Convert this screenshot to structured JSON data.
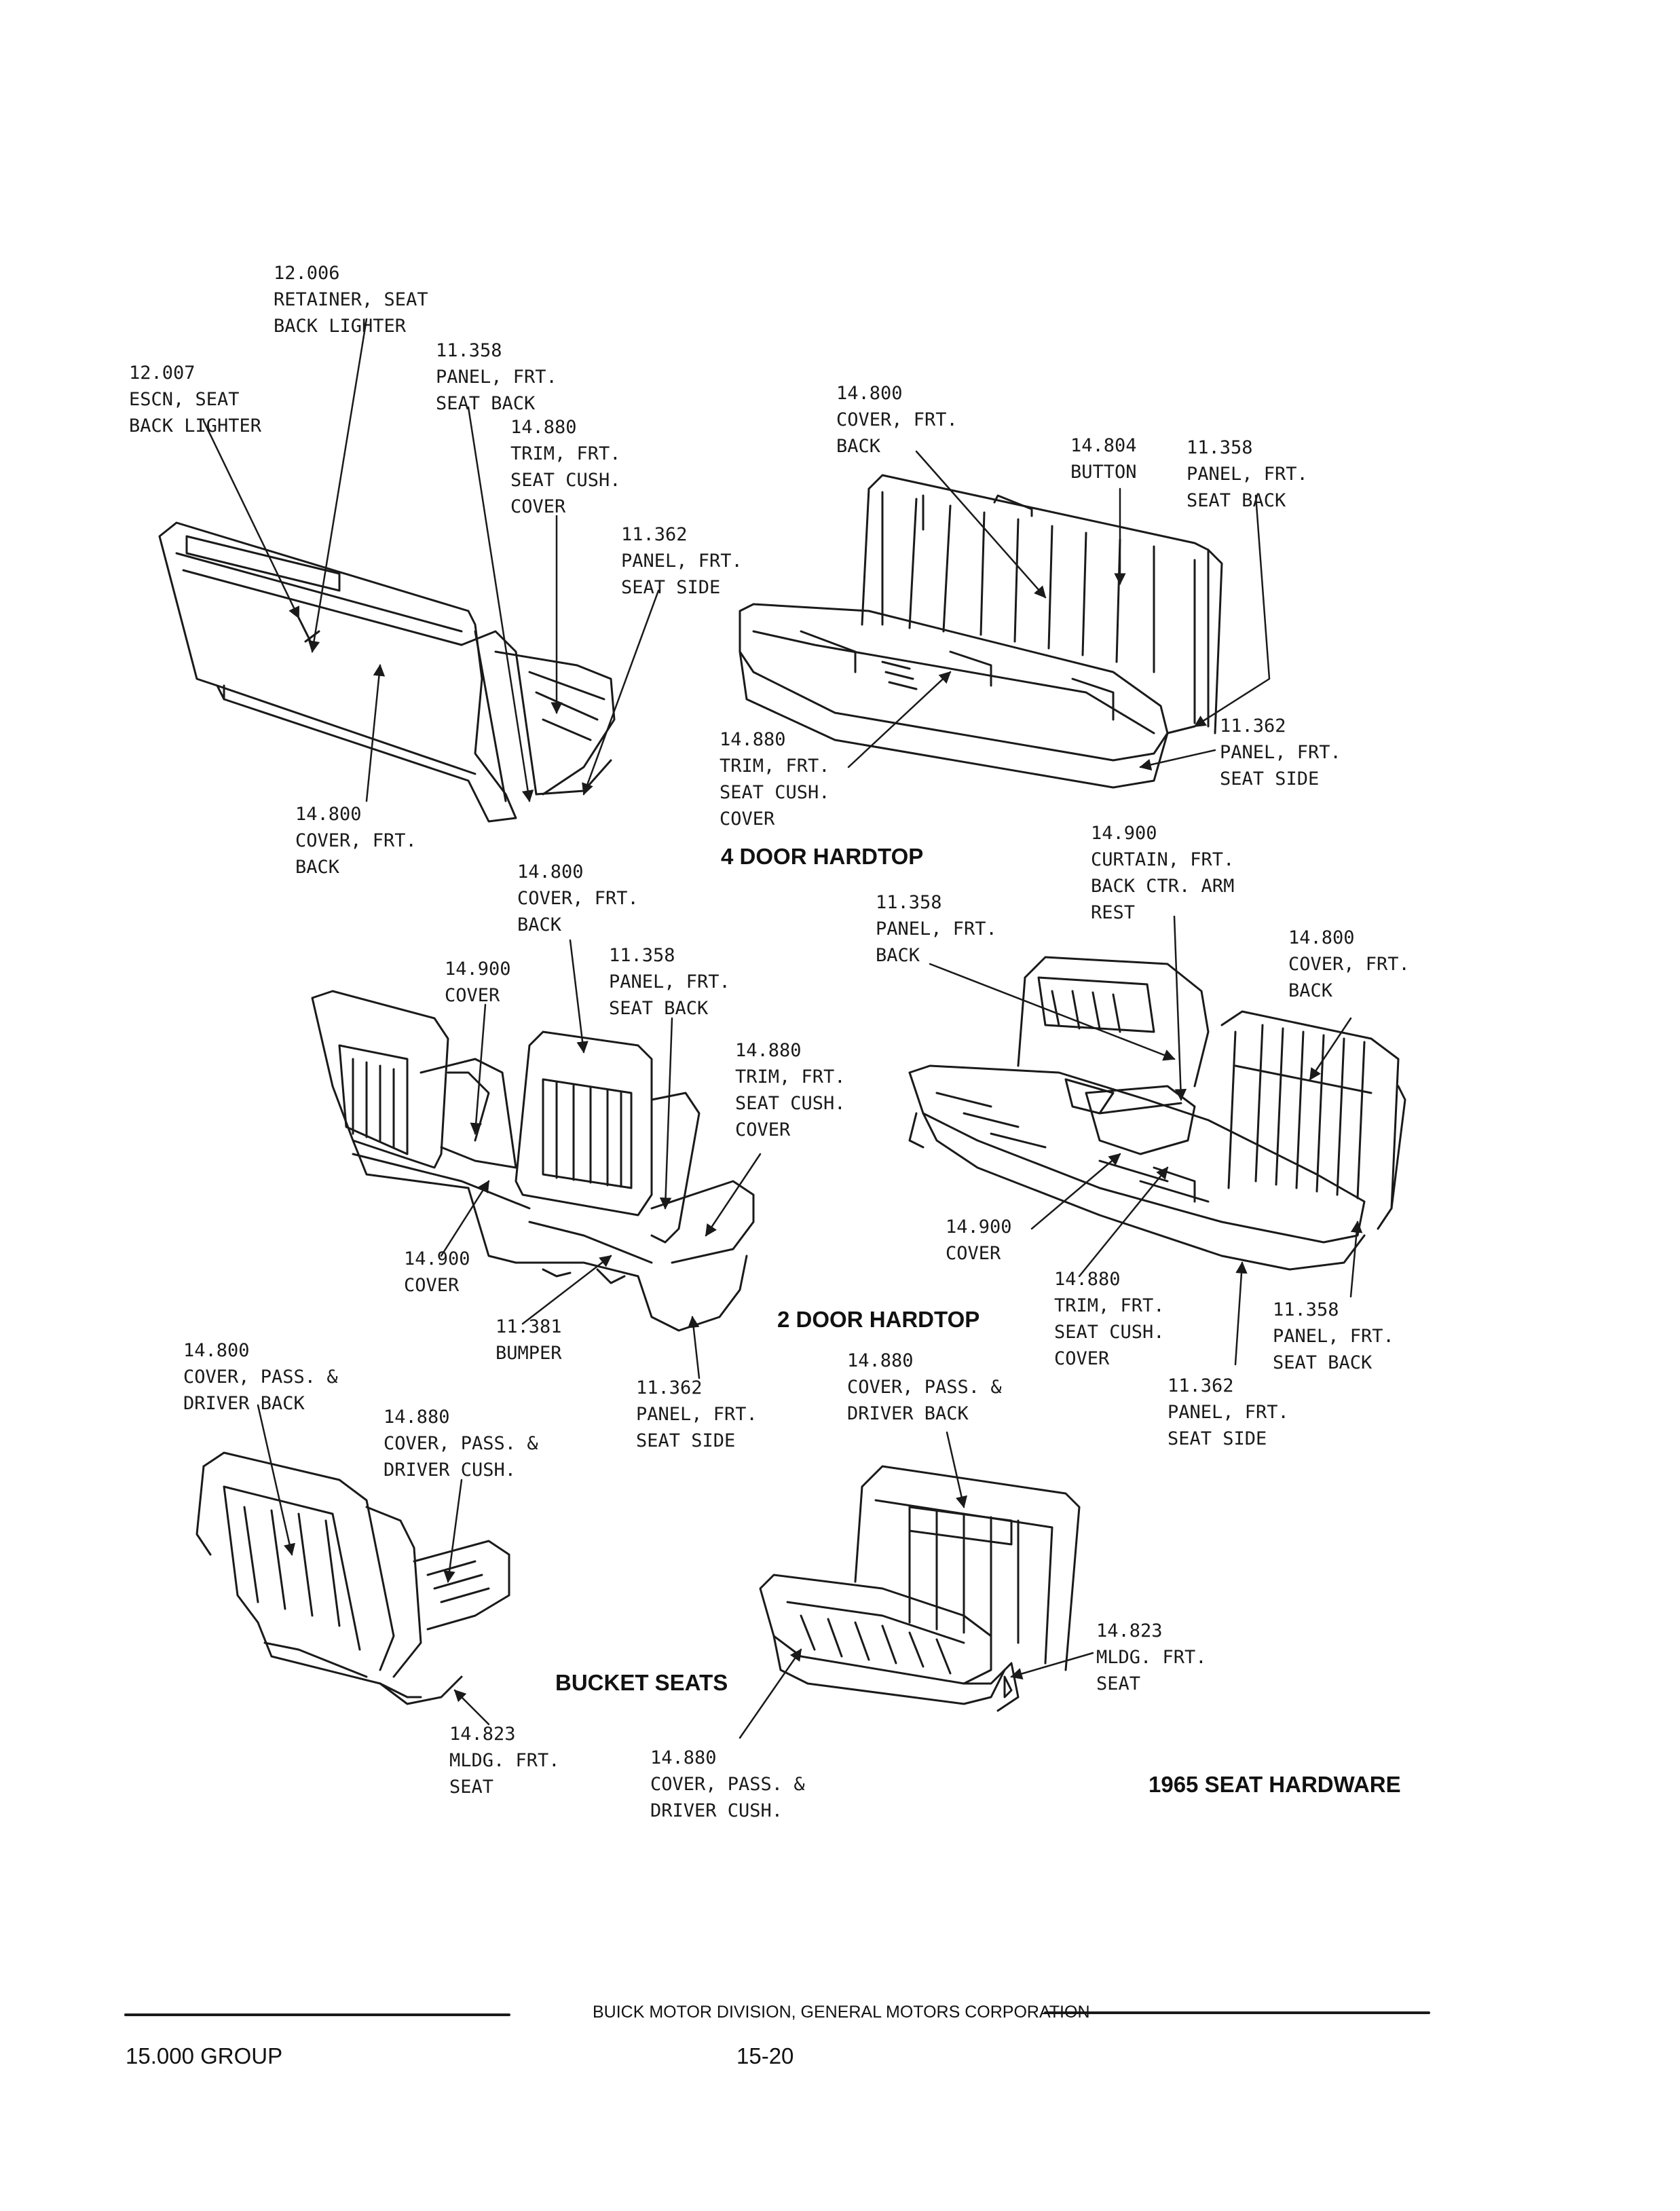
{
  "headings": {
    "four_door": "4 DOOR HARDTOP",
    "two_door": "2 DOOR HARDTOP",
    "bucket": "BUCKET SEATS",
    "page_title": "1965 SEAT HARDWARE"
  },
  "labels": {
    "a1": [
      "12.006",
      "RETAINER, SEAT",
      "BACK LIGHTER"
    ],
    "a2": [
      "12.007",
      "ESCN, SEAT",
      "BACK LIGHTER"
    ],
    "a3": [
      "11.358",
      "PANEL, FRT.",
      "SEAT BACK"
    ],
    "a4": [
      "14.880",
      "TRIM, FRT.",
      "SEAT CUSH.",
      "COVER"
    ],
    "a5": [
      "11.362",
      "PANEL, FRT.",
      "SEAT SIDE"
    ],
    "a6": [
      "14.800",
      "COVER, FRT.",
      "BACK"
    ],
    "b1": [
      "14.800",
      "COVER, FRT.",
      "BACK"
    ],
    "b2": [
      "14.804",
      "BUTTON"
    ],
    "b3": [
      "11.358",
      "PANEL, FRT.",
      "SEAT BACK"
    ],
    "b4": [
      "14.880",
      "TRIM, FRT.",
      "SEAT CUSH.",
      "COVER"
    ],
    "b5": [
      "11.362",
      "PANEL, FRT.",
      "SEAT SIDE"
    ],
    "c1": [
      "14.800",
      "COVER, FRT.",
      "BACK"
    ],
    "c2": [
      "14.900",
      "COVER"
    ],
    "c3": [
      "11.358",
      "PANEL, FRT.",
      "SEAT BACK"
    ],
    "c4": [
      "14.880",
      "TRIM, FRT.",
      "SEAT CUSH.",
      "COVER"
    ],
    "c5": [
      "14.900",
      "COVER"
    ],
    "c6": [
      "11.381",
      "BUMPER"
    ],
    "c7": [
      "11.362",
      "PANEL, FRT.",
      "SEAT SIDE"
    ],
    "d1": [
      "14.900",
      "CURTAIN, FRT.",
      "BACK CTR. ARM",
      "REST"
    ],
    "d2": [
      "11.358",
      "PANEL, FRT.",
      "BACK"
    ],
    "d3": [
      "14.800",
      "COVER, FRT.",
      "BACK"
    ],
    "d4": [
      "14.900",
      "COVER"
    ],
    "d5": [
      "14.880",
      "TRIM, FRT.",
      "SEAT CUSH.",
      "COVER"
    ],
    "d6": [
      "11.358",
      "PANEL, FRT.",
      "SEAT BACK"
    ],
    "d7": [
      "11.362",
      "PANEL, FRT.",
      "SEAT SIDE"
    ],
    "e1": [
      "14.800",
      "COVER, PASS. &",
      "DRIVER BACK"
    ],
    "e2": [
      "14.880",
      "COVER, PASS. &",
      "DRIVER CUSH."
    ],
    "e3": [
      "14.823",
      "MLDG. FRT.",
      "SEAT"
    ],
    "f1": [
      "14.880",
      "COVER, PASS. &",
      "DRIVER BACK"
    ],
    "f2": [
      "14.823",
      "MLDG. FRT.",
      "SEAT"
    ],
    "f3": [
      "14.880",
      "COVER, PASS. &",
      "DRIVER CUSH."
    ]
  },
  "footer": {
    "division": "BUICK MOTOR DIVISION, GENERAL MOTORS CORPORATION",
    "group": "15.000 GROUP",
    "page_number": "15-20"
  }
}
